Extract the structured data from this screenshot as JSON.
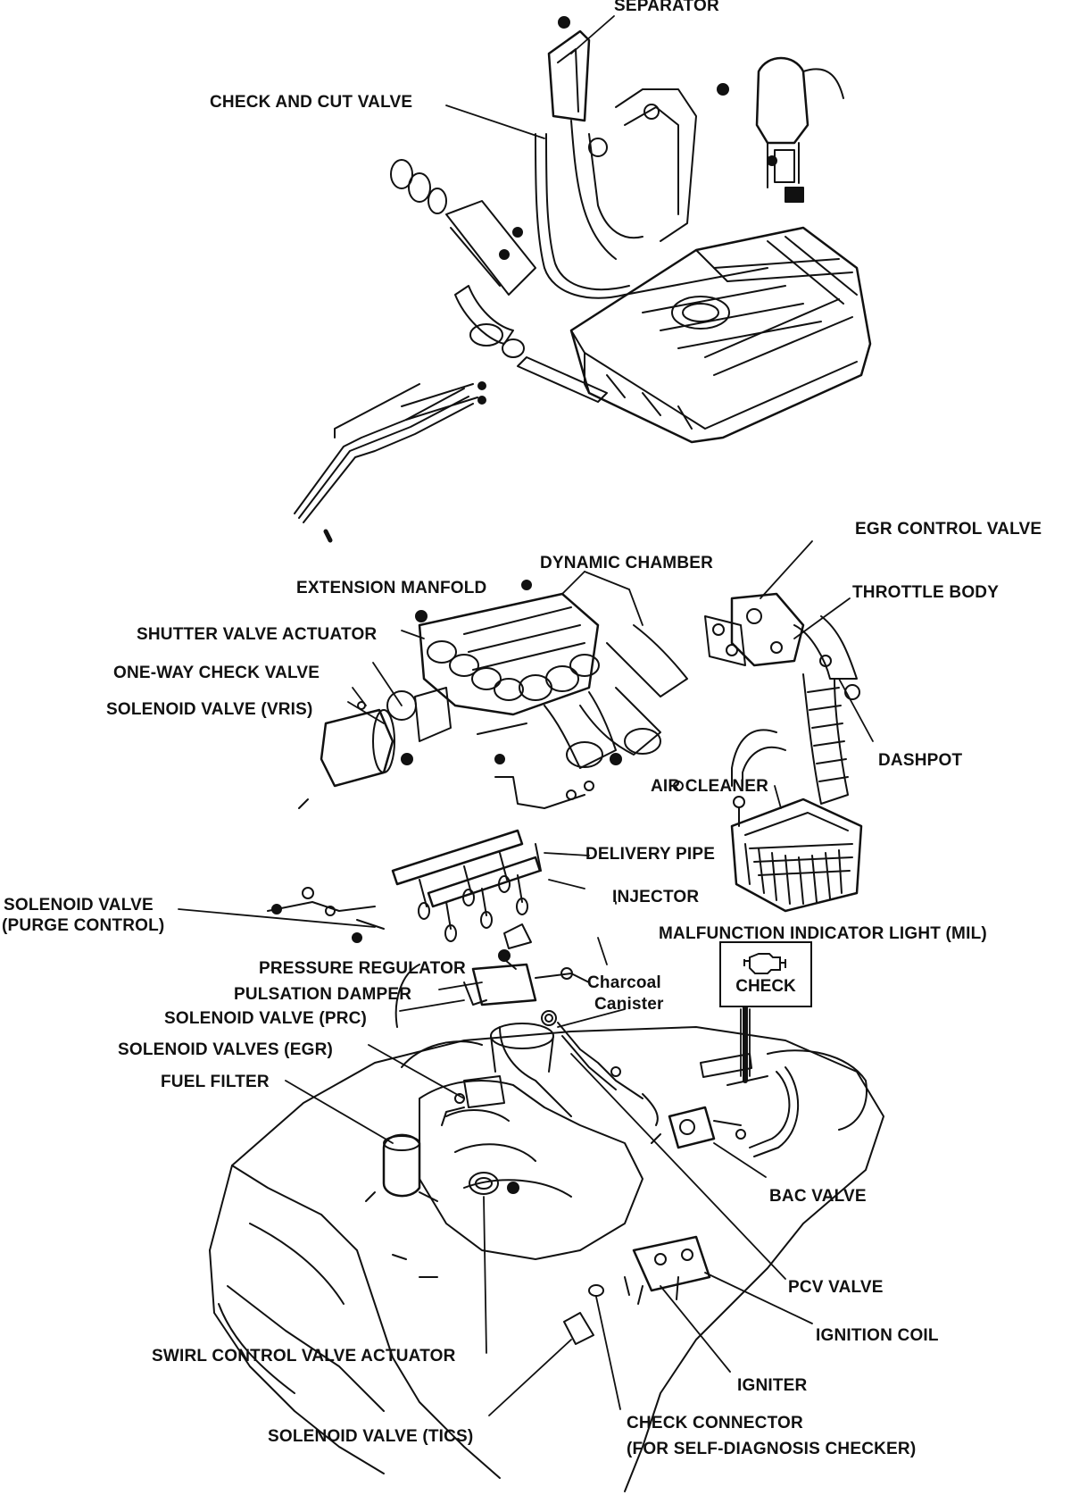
{
  "labels": {
    "separator": "SEPARATOR",
    "check_and_cut_valve": "CHECK AND CUT VALVE",
    "egr_control_valve": "EGR CONTROL VALVE",
    "dynamic_chamber": "DYNAMIC CHAMBER",
    "extension_manifold": "EXTENSION MANFOLD",
    "throttle_body": "THROTTLE BODY",
    "shutter_valve_actuator": "SHUTTER VALVE ACTUATOR",
    "one_way_check_valve": "ONE-WAY CHECK VALVE",
    "solenoid_valve_vris": "SOLENOID VALVE (VRIS)",
    "dashpot": "DASHPOT",
    "air_cleaner": "AIR CLEANER",
    "delivery_pipe": "DELIVERY PIPE",
    "injector": "INJECTOR",
    "solenoid_valve_purge_line1": "SOLENOID VALVE",
    "solenoid_valve_purge_line2": "(PURGE CONTROL)",
    "mil": "MALFUNCTION INDICATOR LIGHT (MIL)",
    "pressure_regulator": "PRESSURE REGULATOR",
    "pulsation_damper": "PULSATION DAMPER",
    "solenoid_valve_prc": "SOLENOID VALVE (PRC)",
    "solenoid_valves_egr": "SOLENOID VALVES (EGR)",
    "charcoal_canister_line1": "Charcoal",
    "charcoal_canister_line2": "Canister",
    "fuel_filter": "FUEL FILTER",
    "bac_valve": "BAC VALVE",
    "pcv_valve": "PCV VALVE",
    "ignition_coil": "IGNITION COIL",
    "swirl_control_valve_actuator": "SWIRL CONTROL VALVE ACTUATOR",
    "igniter": "IGNITER",
    "check_connector_line1": "CHECK CONNECTOR",
    "check_connector_line2": "(FOR SELF-DIAGNOSIS  CHECKER)",
    "solenoid_valve_tics": "SOLENOID VALVE (TICS)"
  },
  "mil_panel": {
    "text": "CHECK",
    "icon": "engine-icon"
  },
  "colors": {
    "ink": "#111111",
    "background": "#ffffff"
  }
}
